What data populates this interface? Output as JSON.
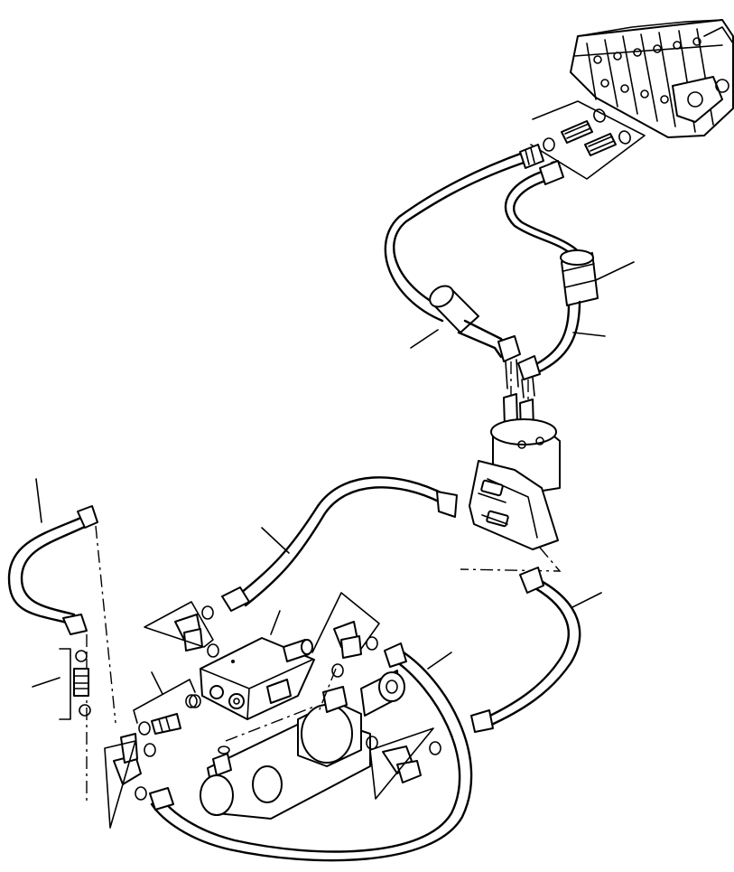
{
  "diagram": {
    "components": [
      {
        "id": "control-valve",
        "icon": "valve-block-icon"
      },
      {
        "id": "steering-orbitrol",
        "icon": "steering-valve-icon"
      },
      {
        "id": "priority-valve",
        "icon": "valve-block-icon"
      },
      {
        "id": "steering-cylinder",
        "icon": "cylinder-icon"
      },
      {
        "id": "hose-clamp",
        "icon": "clamp-icon"
      },
      {
        "id": "hose-sleeve",
        "icon": "sleeve-icon"
      }
    ],
    "hoses": 7,
    "leader_lines": 14,
    "colors": {
      "line": "#000000",
      "background": "#ffffff"
    }
  }
}
